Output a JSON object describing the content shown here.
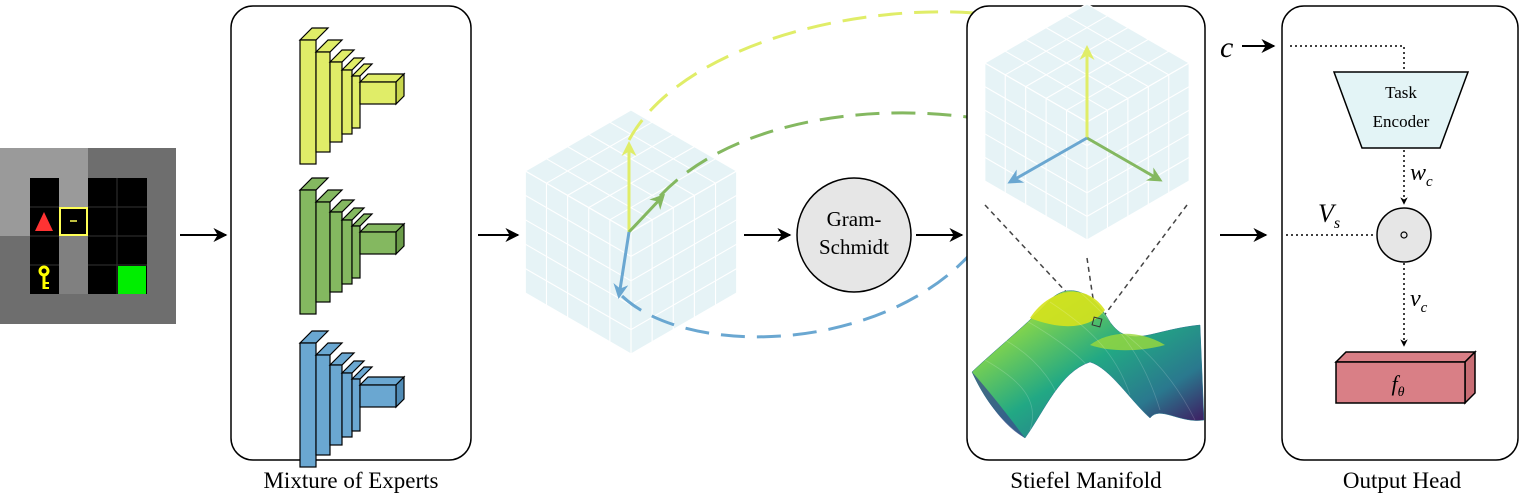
{
  "env": {
    "name": "grid world observation",
    "cell_colors": {
      "floor": "#000000",
      "wall": "#808080",
      "wall_light": "#9a9a9a",
      "goal": "#00ee00",
      "agent": "#ff3333",
      "key": "#ffff00",
      "door": "#ffff55"
    }
  },
  "experts": {
    "caption": "Mixture of Experts",
    "items": [
      {
        "name": "expert-yellow",
        "color": "#e0ed68"
      },
      {
        "name": "expert-green",
        "color": "#84b860"
      },
      {
        "name": "expert-blue",
        "color": "#6aa7d1"
      }
    ]
  },
  "gram_schmidt": {
    "line1": "Gram-",
    "line2": "Schmidt"
  },
  "stiefel": {
    "caption": "Stiefel Manifold"
  },
  "output_head": {
    "caption": "Output Head",
    "task_encoder_line1": "Task",
    "task_encoder_line2": "Encoder",
    "circle_op": "∘",
    "c_symbol": "c",
    "w_symbol": "w",
    "w_sub": "c",
    "V_symbol": "V",
    "V_sub": "s",
    "v_symbol": "v",
    "v_sub": "c",
    "f_symbol": "f",
    "f_sub": "θ"
  },
  "colors": {
    "yellow": "#e0ed68",
    "green": "#84b860",
    "blue": "#6aa7d1",
    "panel_bg": "#e6f3f6",
    "encoder_bg": "#e3f4f6",
    "f_box": "#d97f86",
    "circle_bg": "#e6e6e6"
  }
}
